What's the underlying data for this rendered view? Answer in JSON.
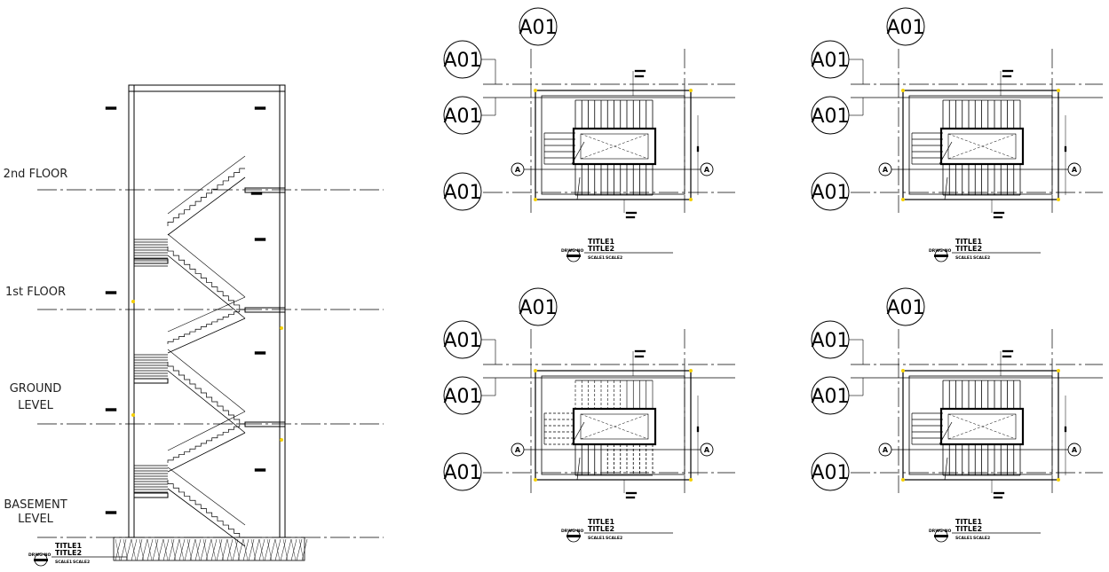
{
  "section": {
    "levels": [
      {
        "name": "2nd FLOOR",
        "lines": [
          "2nd  FLOOR"
        ]
      },
      {
        "name": "1st FLOOR",
        "lines": [
          "1st  FLOOR"
        ]
      },
      {
        "name": "GROUND LEVEL",
        "lines": [
          "GROUND",
          "LEVEL"
        ]
      },
      {
        "name": "BASEMENT LEVEL",
        "lines": [
          "BASEMENT",
          "LEVEL"
        ]
      }
    ],
    "title_block": {
      "title1": "TITLE1",
      "title2": "TITLE2",
      "drawing_no": "DRWG-NO",
      "scale1": "SCALE1",
      "scale2": "SCALE2"
    }
  },
  "plans": [
    {
      "id": "plan-top-left",
      "grid_bubbles": [
        "A01",
        "A01",
        "A01",
        "A01"
      ],
      "section_marks": [
        "A",
        "A"
      ],
      "title_block": {
        "title1": "TITLE1",
        "title2": "TITLE2",
        "drawing_no": "DRWG-NO",
        "scale1": "SCALE1",
        "scale2": "SCALE2"
      }
    },
    {
      "id": "plan-top-right",
      "grid_bubbles": [
        "A01",
        "A01",
        "A01",
        "A01"
      ],
      "section_marks": [
        "A",
        "A"
      ],
      "title_block": {
        "title1": "TITLE1",
        "title2": "TITLE2",
        "drawing_no": "DRWG-NO",
        "scale1": "SCALE1",
        "scale2": "SCALE2"
      }
    },
    {
      "id": "plan-bottom-left",
      "grid_bubbles": [
        "A01",
        "A01",
        "A01",
        "A01"
      ],
      "section_marks": [
        "A",
        "A"
      ],
      "title_block": {
        "title1": "TITLE1",
        "title2": "TITLE2",
        "drawing_no": "DRWG-NO",
        "scale1": "SCALE1",
        "scale2": "SCALE2"
      }
    },
    {
      "id": "plan-bottom-right",
      "grid_bubbles": [
        "A01",
        "A01",
        "A01",
        "A01"
      ],
      "section_marks": [
        "A",
        "A"
      ],
      "title_block": {
        "title1": "TITLE1",
        "title2": "TITLE2",
        "drawing_no": "DRWG-NO",
        "scale1": "SCALE1",
        "scale2": "SCALE2"
      }
    }
  ],
  "colors": {
    "line": "#000000",
    "grid_node": "#f5d000",
    "background": "#ffffff"
  }
}
